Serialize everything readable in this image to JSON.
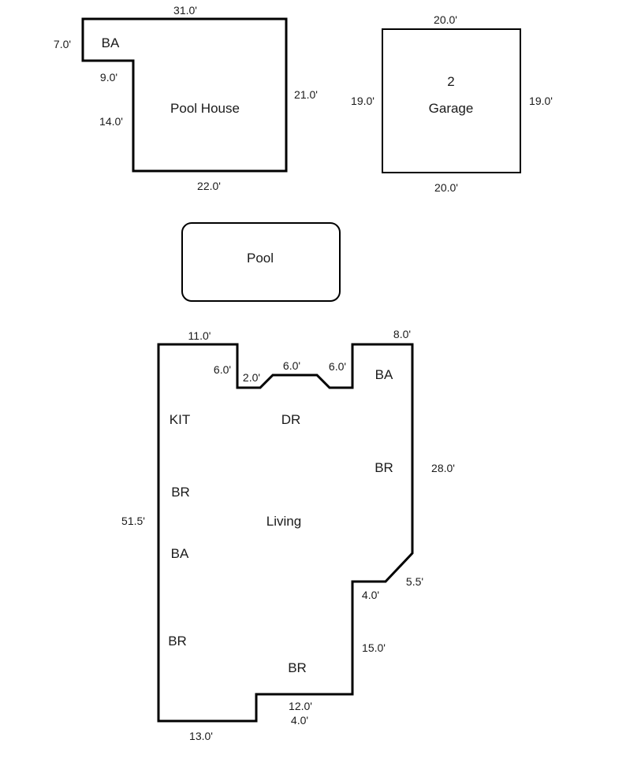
{
  "pool_house": {
    "dims": {
      "top": "31.0'",
      "left_upper": "7.0'",
      "notch": "9.0'",
      "left_lower": "14.0'",
      "right": "21.0'",
      "bottom": "22.0'"
    },
    "rooms": {
      "ba": "BA",
      "main": "Pool House"
    }
  },
  "garage": {
    "dims": {
      "top": "20.0'",
      "bottom": "20.0'",
      "left": "19.0'",
      "right": "19.0'"
    },
    "capacity": "2",
    "label": "Garage"
  },
  "pool": {
    "label": "Pool"
  },
  "house": {
    "dims": {
      "top_left": "11.0'",
      "top_right": "8.0'",
      "notch_left_depth": "6.0'",
      "bay_left": "2.0'",
      "bay_center": "6.0'",
      "notch_right_depth": "6.0'",
      "left": "51.5'",
      "right": "28.0'",
      "angle": "5.5'",
      "step": "4.0'",
      "lower_right": "15.0'",
      "bottom_mid": "12.0'",
      "bottom_step": "4.0'",
      "bottom_left": "13.0'"
    },
    "rooms": {
      "kit": "KIT",
      "dr": "DR",
      "ba_top": "BA",
      "br_right": "BR",
      "br_left": "BR",
      "living": "Living",
      "ba_left": "BA",
      "br_lower_left": "BR",
      "br_bottom": "BR"
    }
  }
}
